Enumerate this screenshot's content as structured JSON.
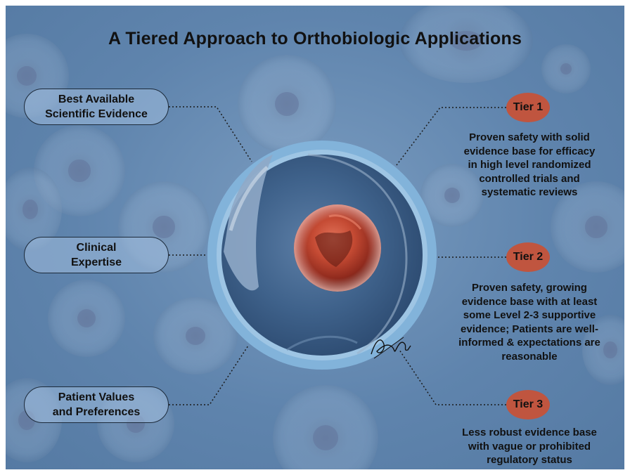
{
  "title": "A Tiered Approach to Orthobiologic Applications",
  "left_pillars": [
    {
      "label": "Best Available\nScientific Evidence"
    },
    {
      "label": "Clinical\nExpertise"
    },
    {
      "label": "Patient Values\nand Preferences"
    }
  ],
  "tiers": [
    {
      "label": "Tier 1",
      "description": "Proven safety with solid\nevidence base for efficacy\nin high level randomized\ncontrolled trials and\nsystematic reviews"
    },
    {
      "label": "Tier 2",
      "description": "Proven safety, growing\nevidence base with at least\nsome Level 2-3 supportive\nevidence; Patients are well-\ninformed & expectations are\nreasonable"
    },
    {
      "label": "Tier 3",
      "description": "Less robust evidence base\nwith vague or prohibited\nregulatory status"
    }
  ],
  "colors": {
    "background": "#5f84ad",
    "tier_badge": "#c0553f",
    "pill_fill": "#a0bede",
    "ring": "#7fb0d8",
    "text": "#111111"
  },
  "central_image": "stem-cell-illustration"
}
